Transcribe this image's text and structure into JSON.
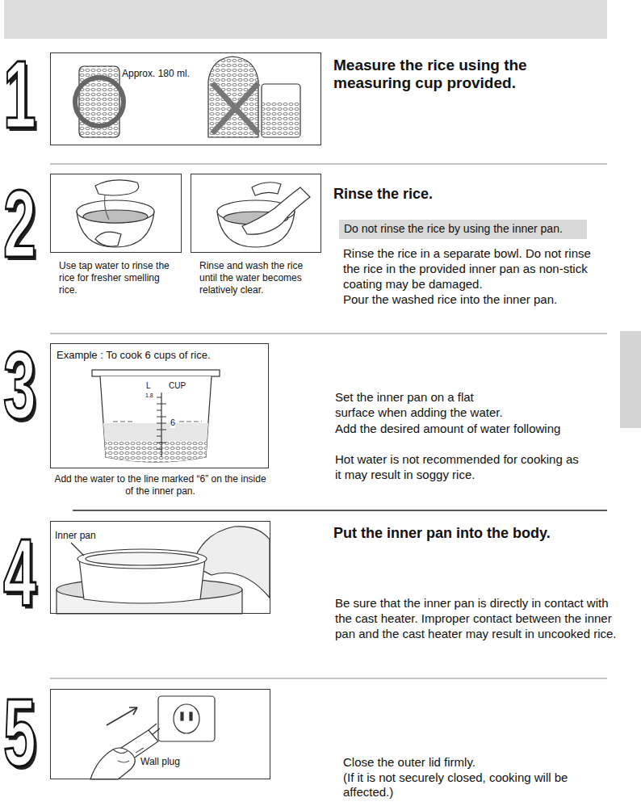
{
  "diagram": {
    "nodes": [
      {
        "text": [
          "Approx. 180 ml."
        ]
      },
      {
        "text": [
          "Use tap water to rinse the rice for fresher smelling rice."
        ]
      },
      {
        "text": [
          "Rinse and wash the rice until the water becomes relatively clear."
        ]
      },
      {
        "text": [
          "Do not rinse the rice by using the inner pan."
        ]
      },
      {
        "text": [
          "Example : To cook 6 cups of rice.",
          "Add the water to the line marked “6” on the inside of the inner pan."
        ]
      },
      {
        "text": [
          "Inner pan"
        ]
      },
      {
        "text": [
          "Wall plug"
        ]
      }
    ],
    "labels": [
      "1",
      "Measure the rice using the measuring cup provided.",
      "2",
      "Rinse the rice.",
      "Rinse the rice in a separate bowl. Do not rinse the rice in the provided inner pan as non-stick coating may be damaged.",
      "Pour the washed rice into the inner pan.",
      "3",
      "L",
      "1.8",
      "CUP",
      "6",
      "Set the inner pan on a flat surface when adding the water.",
      "Add the desired amount of water following",
      "Hot water is not recommended for cooking as it may result in soggy rice.",
      "4",
      "Put the inner pan into the body.",
      "Be sure that the inner pan is directly in contact with the cast heater. Improper contact between the inner pan and the cast heater may result in uncooked rice.",
      "5",
      "Close the outer lid firmly.",
      "(If it is not securely closed, cooking will be affected.)"
    ]
  }
}
